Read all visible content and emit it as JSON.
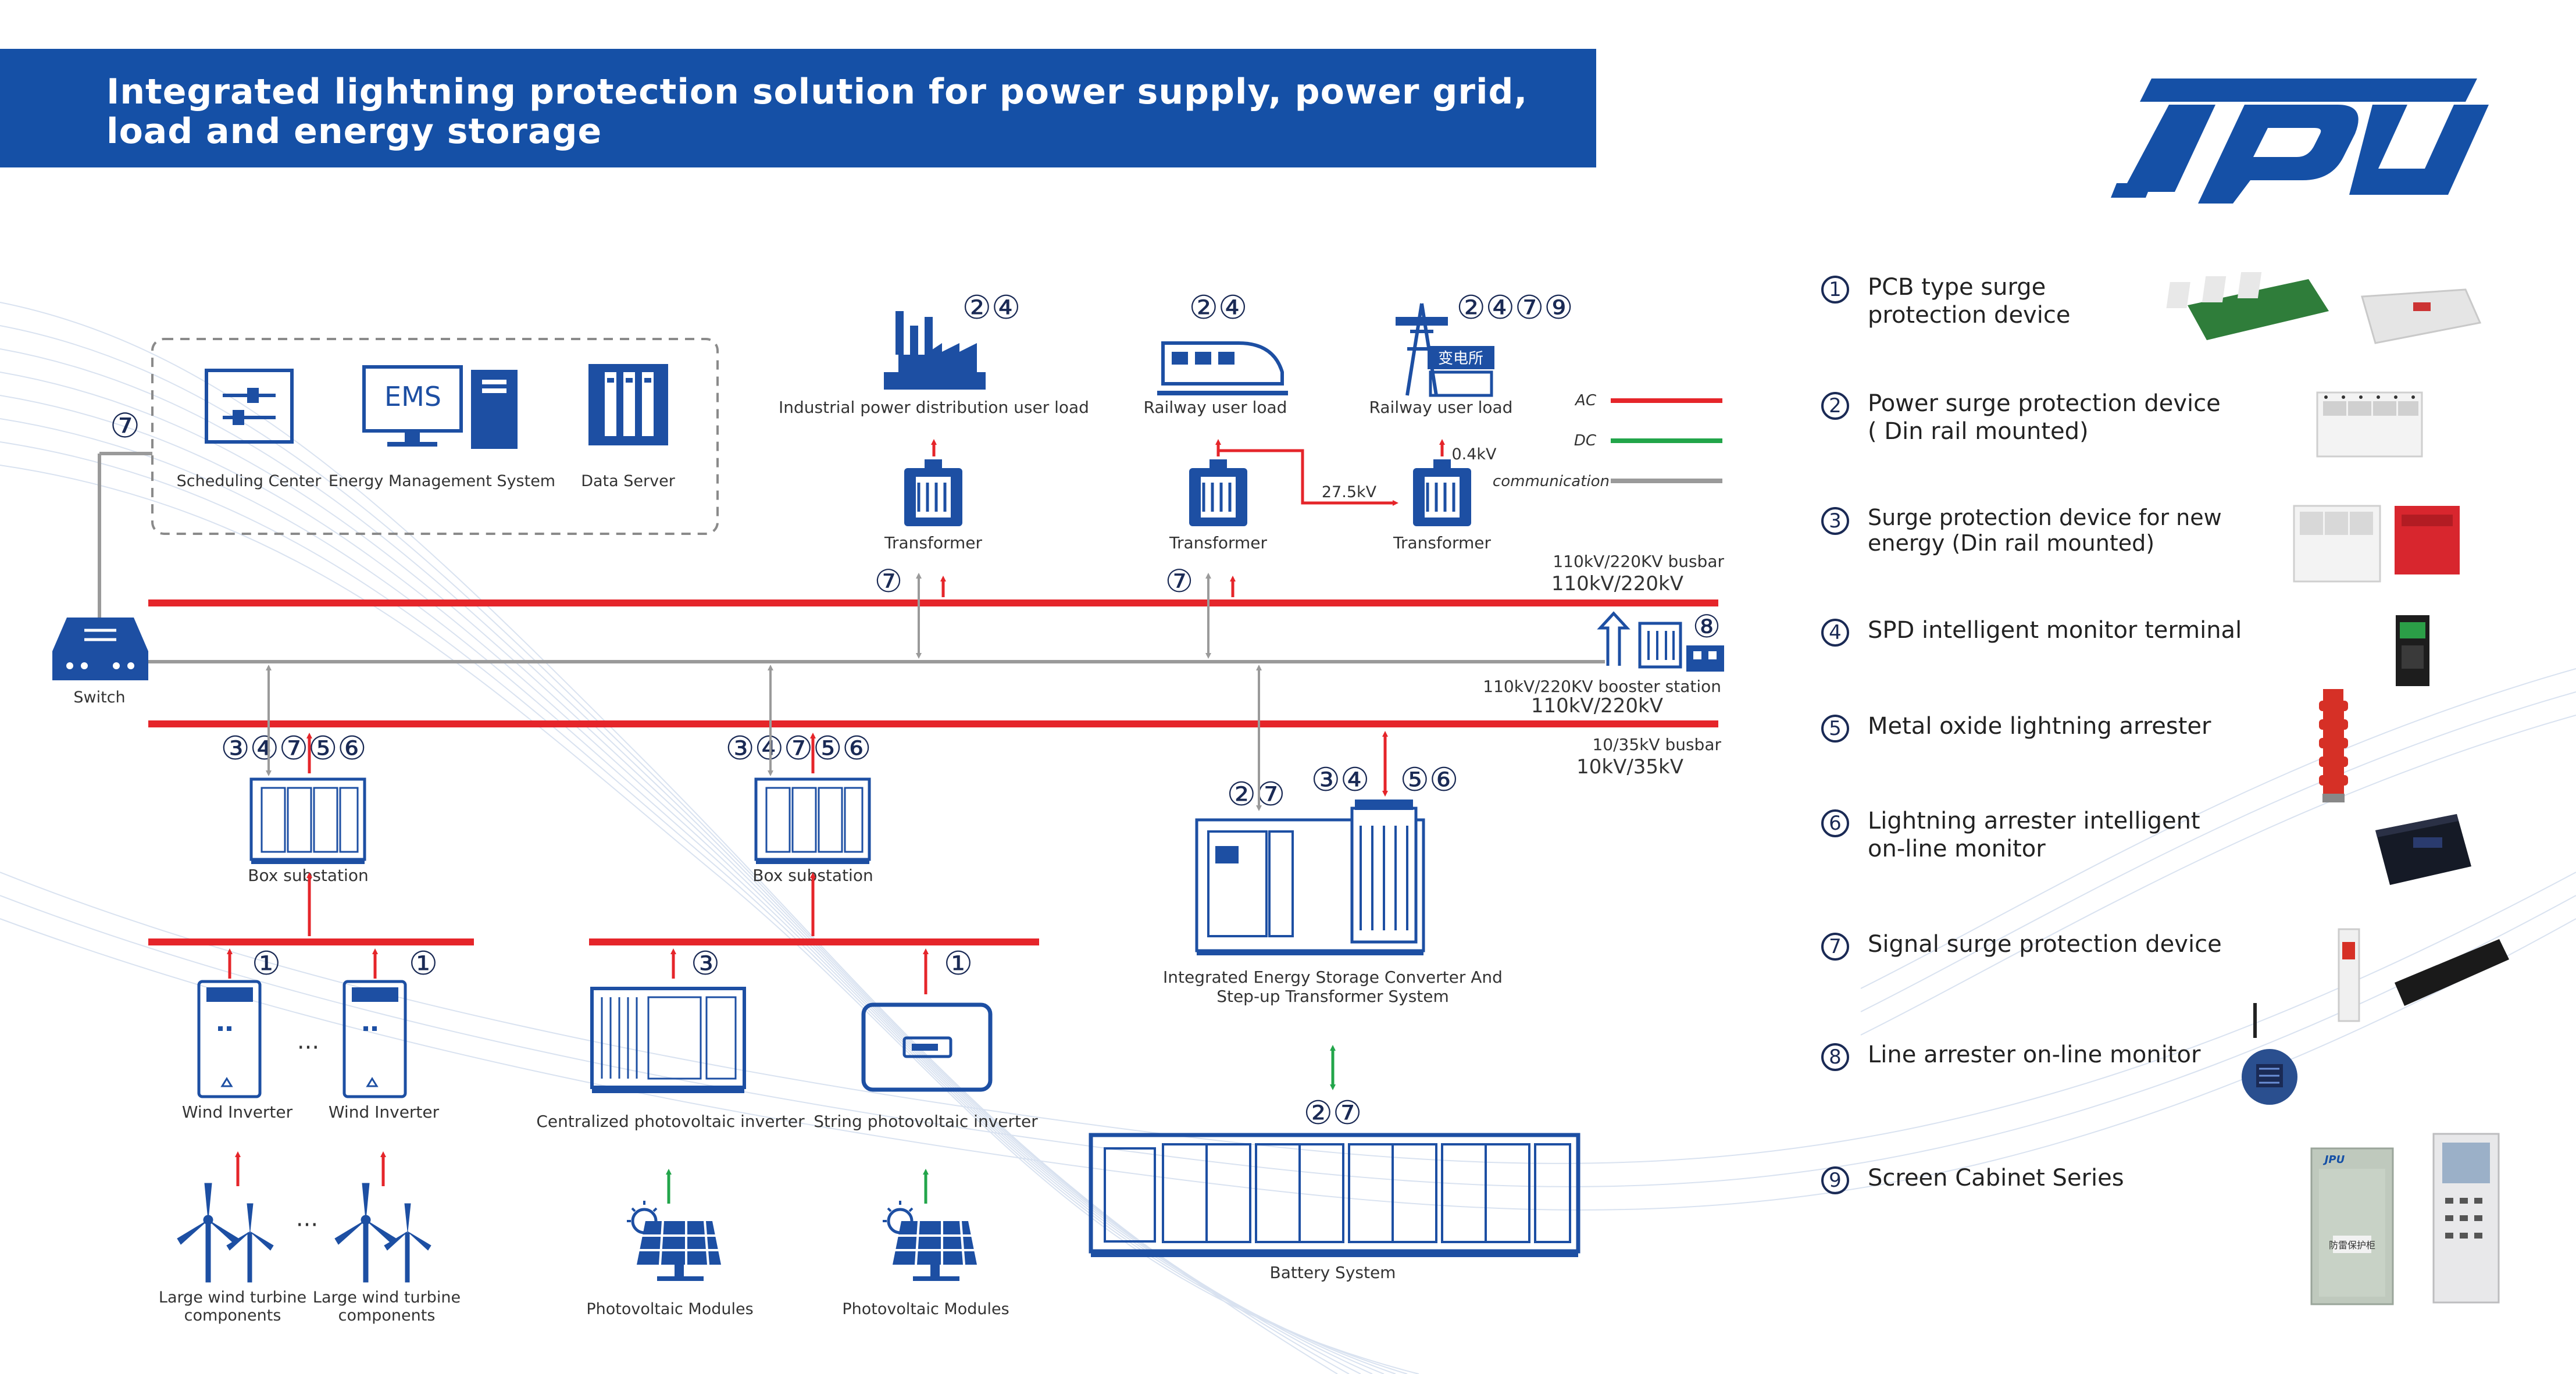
{
  "header": {
    "title": "Integrated lightning protection solution for power supply, power grid, load and energy storage",
    "brand_logo": "JPU"
  },
  "colors": {
    "banner": "#1550a6",
    "icon_blue": "#1d4fa3",
    "ac": "#e5252a",
    "dc": "#22a54a",
    "communication": "#9a9a9a",
    "number_circle": "#1a2a55"
  },
  "control_group": {
    "scheduling_center": "Scheduling Center",
    "ems_label": "Energy Management System",
    "ems_screen_text": "EMS",
    "data_server": "Data Server",
    "switch": "Switch",
    "badge": "⑦"
  },
  "loads": [
    {
      "label": "Industrial power distribution user load",
      "badges": "②④"
    },
    {
      "label": "Railway user load",
      "badges": "②④"
    },
    {
      "label": "Railway user load",
      "badges": "②④⑦⑨",
      "icon_text": "变电所"
    }
  ],
  "transformers": [
    {
      "label": "Transformer"
    },
    {
      "label": "Transformer"
    },
    {
      "label": "Transformer"
    }
  ],
  "voltage_notes": {
    "v27": "27.5kV",
    "v04": "0.4kV"
  },
  "line_legend": {
    "ac": "AC",
    "dc": "DC",
    "communication": "communication"
  },
  "busbars": {
    "upper_name": "110kV/220KV busbar",
    "upper_value": "110kV/220kV",
    "booster_name": "110kV/220KV booster station",
    "booster_value": "110kV/220kV",
    "booster_badge": "⑧",
    "lower_name": "10/35kV busbar",
    "lower_value": "10kV/35kV",
    "upper_badges_left": "⑦",
    "upper_badges_mid": "⑦"
  },
  "substations": [
    {
      "label": "Box substation",
      "badges": "③④⑦⑤⑥"
    },
    {
      "label": "Box substation",
      "badges": "③④⑦⑤⑥"
    }
  ],
  "storage_converter": {
    "label_line1": "Integrated Energy Storage Converter And",
    "label_line2": "Step-up Transformer System",
    "badges_left": "②⑦",
    "badges_top_left": "③④",
    "badges_top_right": "⑤⑥"
  },
  "battery": {
    "label": "Battery System",
    "badges": "②⑦"
  },
  "inverters": [
    {
      "label": "Wind Inverter",
      "badge": "①"
    },
    {
      "label": "Wind Inverter",
      "badge": "①"
    },
    {
      "label": "Centralized photovoltaic inverter",
      "badge": "③"
    },
    {
      "label": "String photovoltaic inverter",
      "badge": "①"
    }
  ],
  "ellipsis": "···",
  "generators": [
    {
      "line1": "Large wind turbine",
      "line2": "components"
    },
    {
      "line1": "Large wind turbine",
      "line2": "components"
    },
    {
      "line1": "Photovoltaic Modules",
      "line2": ""
    },
    {
      "line1": "Photovoltaic Modules",
      "line2": ""
    }
  ],
  "legend": [
    {
      "num": "1",
      "line1": "PCB type surge",
      "line2": "protection device"
    },
    {
      "num": "2",
      "line1": "Power surge protection device",
      "line2": "( Din rail mounted)"
    },
    {
      "num": "3",
      "line1": "Surge protection device for new",
      "line2": "energy (Din rail mounted)"
    },
    {
      "num": "4",
      "line1": "SPD intelligent monitor terminal",
      "line2": ""
    },
    {
      "num": "5",
      "line1": "Metal oxide lightning arrester",
      "line2": ""
    },
    {
      "num": "6",
      "line1": "Lightning arrester intelligent",
      "line2": "on-line monitor"
    },
    {
      "num": "7",
      "line1": "Signal surge protection device",
      "line2": ""
    },
    {
      "num": "8",
      "line1": "Line arrester on-line monitor",
      "line2": ""
    },
    {
      "num": "9",
      "line1": "Screen Cabinet Series",
      "line2": ""
    }
  ],
  "cabinet_logo": "JPU",
  "cabinet_plate": "防雷保护柜"
}
